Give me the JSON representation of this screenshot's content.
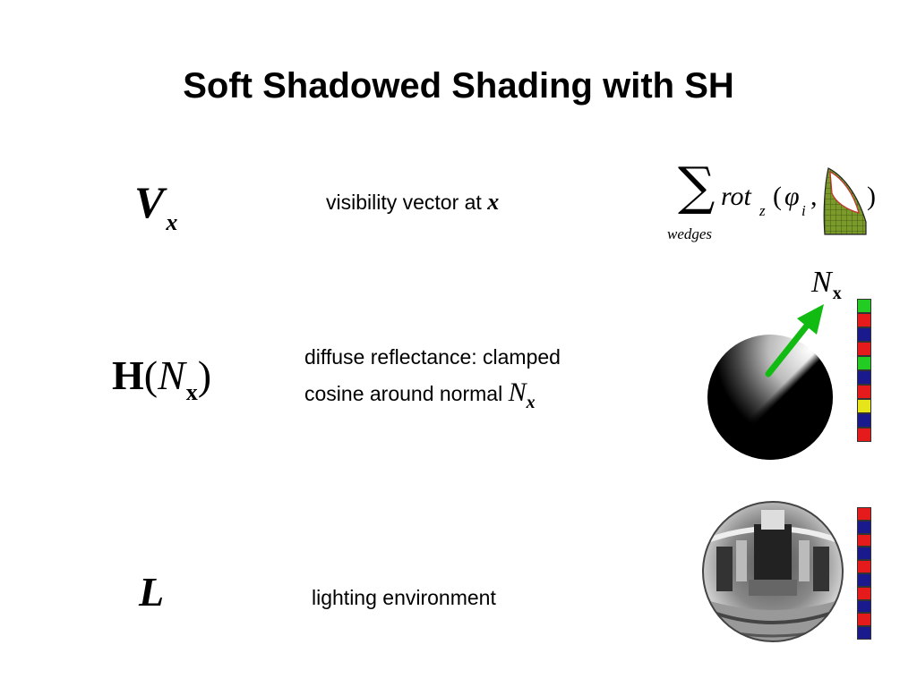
{
  "slide": {
    "title": "Soft Shadowed Shading with SH"
  },
  "rows": [
    {
      "symbol": {
        "main": "V",
        "sub": "x"
      },
      "description": {
        "text": "visibility vector at ",
        "var": "x"
      },
      "formula": {
        "sum": "∑",
        "sum_under": "wedges",
        "func": "rot",
        "func_sub": "z",
        "open": "(",
        "arg": "φ",
        "arg_sub": "i",
        "comma": ",",
        "close": ")"
      }
    },
    {
      "symbol": {
        "main": "H",
        "open": "(",
        "var": "N",
        "sub": "x",
        "close": ")"
      },
      "description": {
        "line1": "diffuse reflectance: clamped",
        "line2": "cosine around normal ",
        "var": "N",
        "var_sub": "x"
      },
      "normal_label": {
        "main": "N",
        "sub": "x"
      },
      "coefficients": [
        "#22cc22",
        "#e51a1a",
        "#1a1a8c",
        "#e51a1a",
        "#22cc22",
        "#1a1a8c",
        "#e51a1a",
        "#e5e51a",
        "#1a1a8c",
        "#e51a1a"
      ]
    },
    {
      "symbol": {
        "main": "L"
      },
      "description": {
        "text": "lighting environment"
      },
      "coefficients": [
        "#e51a1a",
        "#1a1a8c",
        "#e51a1a",
        "#1a1a8c",
        "#e51a1a",
        "#1a1a8c",
        "#e51a1a",
        "#1a1a8c",
        "#e51a1a",
        "#1a1a8c"
      ]
    }
  ],
  "colors": {
    "arrow": "#11bb11",
    "wedge_fill": "#7a9a2a",
    "wedge_outline": "#c83030"
  }
}
